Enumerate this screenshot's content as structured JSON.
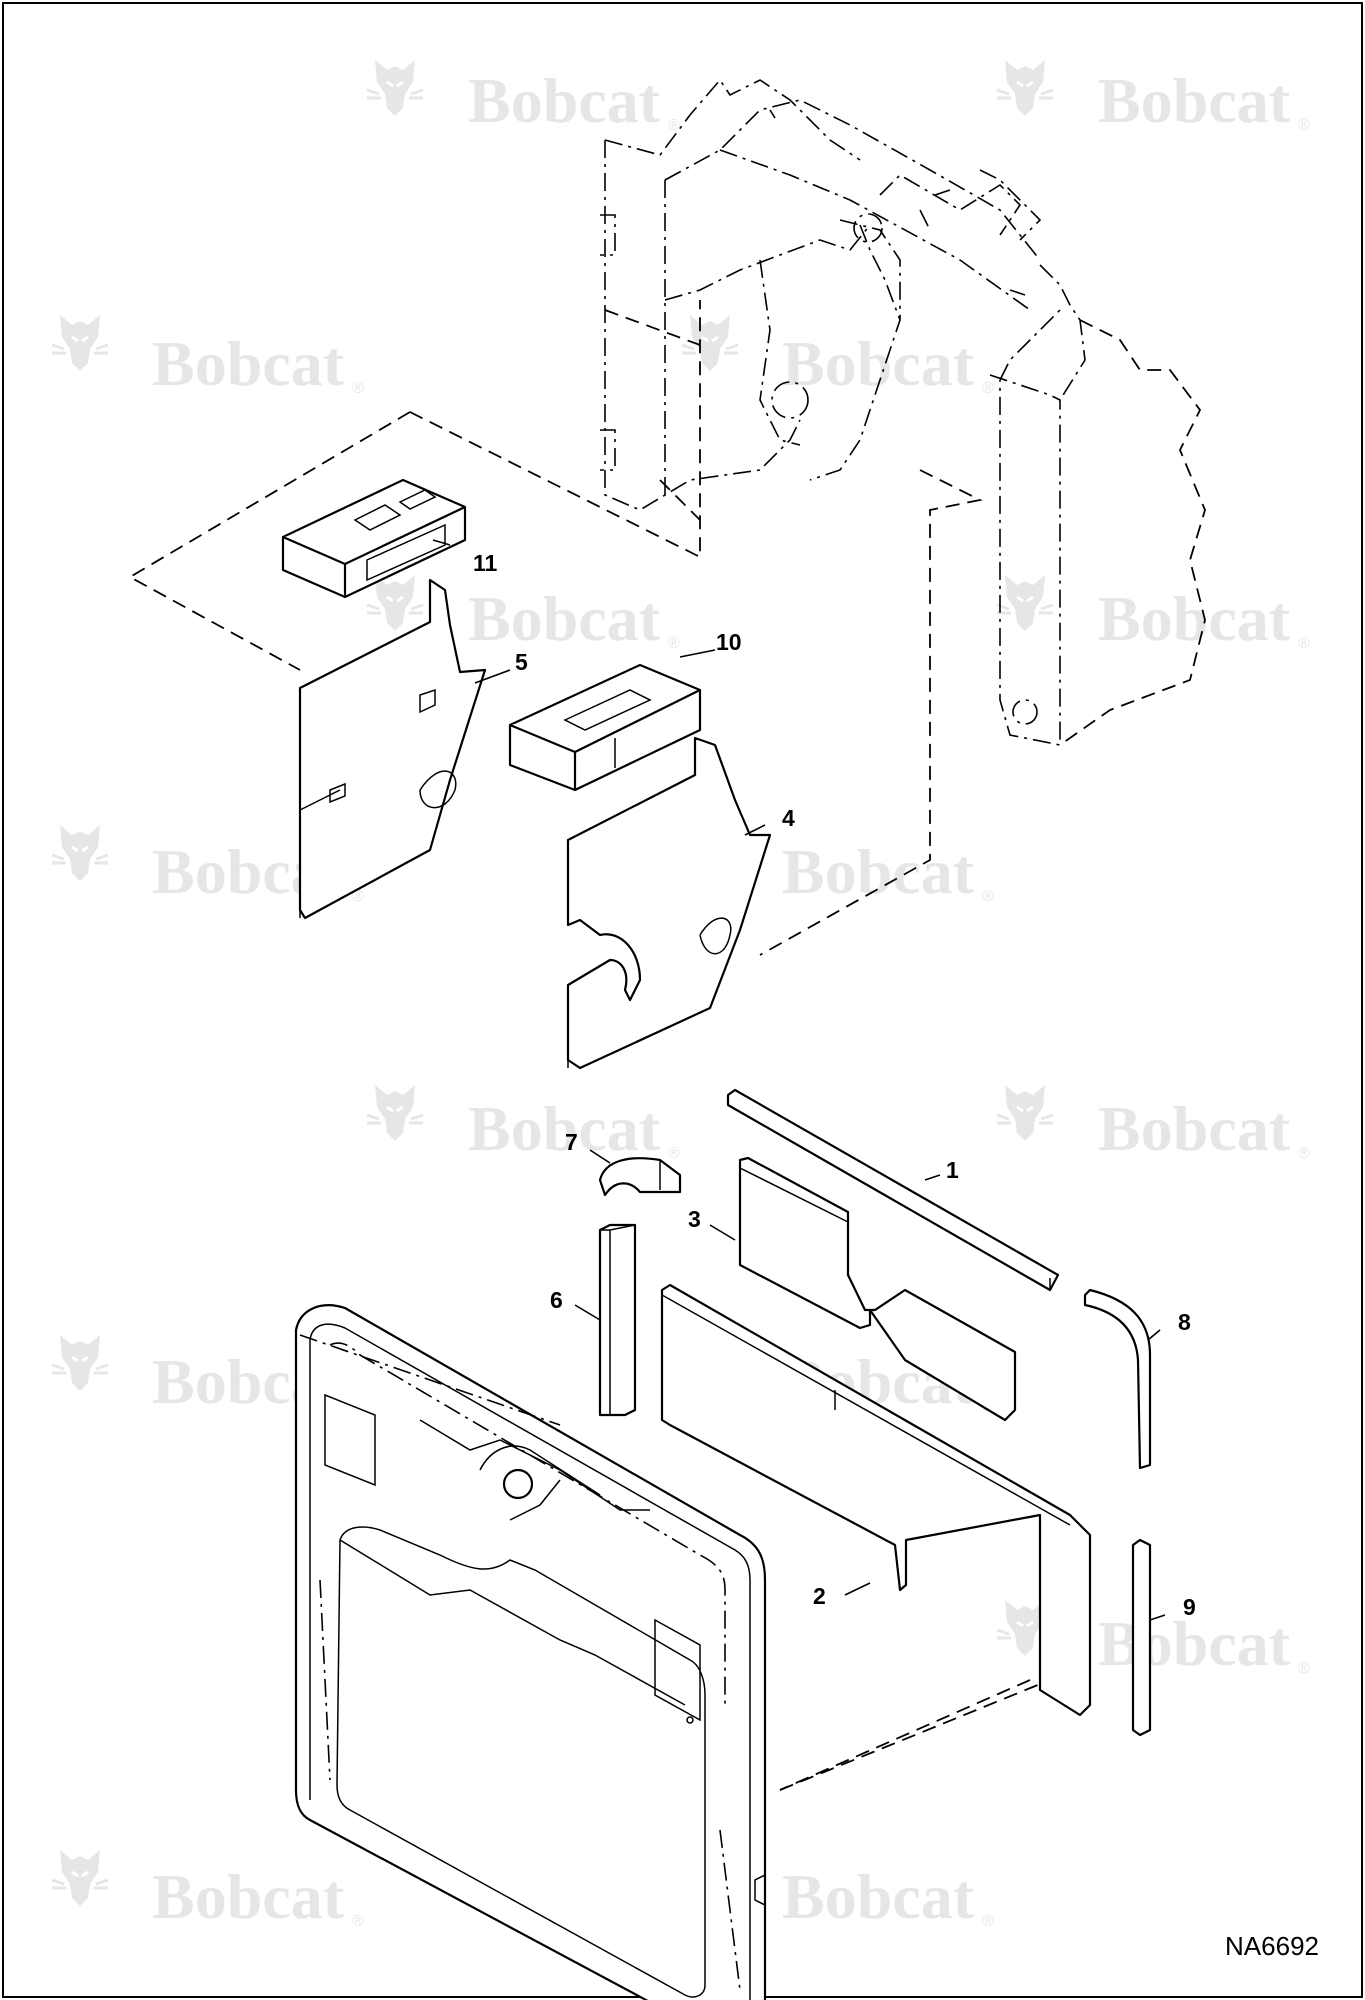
{
  "watermark": {
    "text": "Bobcat",
    "registered_mark": "®",
    "icon": "bobcat-head-logo-icon"
  },
  "drawing_code": "NA6692",
  "callouts": {
    "c1": "1",
    "c2": "2",
    "c3": "3",
    "c4": "4",
    "c5": "5",
    "c6": "6",
    "c7": "7",
    "c8": "8",
    "c9": "9",
    "c10": "10",
    "c11": "11"
  },
  "colors": {
    "line": "#000000",
    "watermark": "#e6e6e6",
    "background": "#ffffff"
  }
}
